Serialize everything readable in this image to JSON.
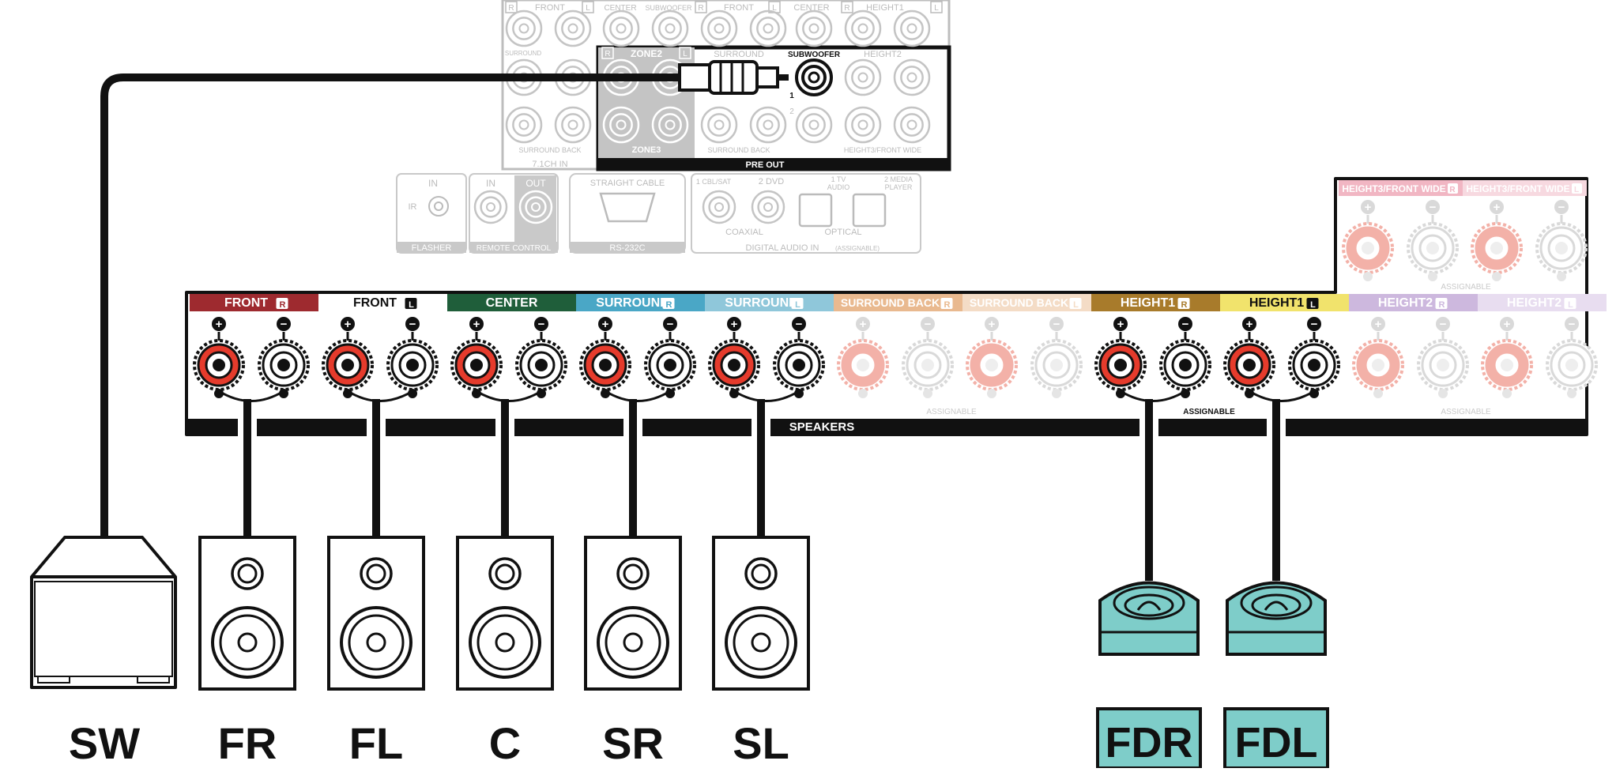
{
  "preout_panel": {
    "front_label": "FRONT",
    "center_label": "CENTER",
    "subwoofer_label": "SUBWOOFER",
    "front2_label": "FRONT",
    "center2_label": "CENTER",
    "height1_label": "HEIGHT1",
    "surround_label": "SURROUND",
    "zone2_label": "ZONE2",
    "surround2_label": "SURROUND",
    "sub_active_label": "SUBWOOFER",
    "sub_active_num": "1",
    "height2_label": "HEIGHT2",
    "sub2_num": "2",
    "surround_back_label": "SURROUND BACK",
    "zone3_label": "ZONE3",
    "surround_back2_label": "SURROUND BACK",
    "height3_label": "HEIGHT3/FRONT WIDE",
    "in71_label": "7.1CH IN",
    "preout_label": "PRE OUT",
    "r": "R",
    "l": "L"
  },
  "io_panel": {
    "ir_in": "IN",
    "ir": "IR",
    "flasher": "FLASHER",
    "rc_in": "IN",
    "rc_out": "OUT",
    "remote_control": "REMOTE CONTROL",
    "straight_cable": "STRAIGHT CABLE",
    "rs232c": "RS-232C",
    "cbl_sat": "1 CBL/SAT",
    "dvd": "2 DVD",
    "tv_audio_1": "1 TV",
    "tv_audio_2": "AUDIO",
    "media_player_1": "2 MEDIA",
    "media_player_2": "PLAYER",
    "coaxial": "COAXIAL",
    "optical": "OPTICAL",
    "digital_audio_in": "DIGITAL AUDIO IN",
    "assignable_small": "(ASSIGNABLE)"
  },
  "speaker_panel": {
    "channels": [
      {
        "label": "FRONT",
        "side": "R"
      },
      {
        "label": "FRONT",
        "side": "L"
      },
      {
        "label": "CENTER",
        "side": ""
      },
      {
        "label": "SURROUND",
        "side": "R"
      },
      {
        "label": "SURROUND",
        "side": "L"
      },
      {
        "label": "SURROUND BACK",
        "side": "R"
      },
      {
        "label": "SURROUND BACK",
        "side": "L"
      },
      {
        "label": "HEIGHT1",
        "side": "R"
      },
      {
        "label": "HEIGHT1",
        "side": "L"
      },
      {
        "label": "HEIGHT2",
        "side": "R"
      },
      {
        "label": "HEIGHT2",
        "side": "L"
      }
    ],
    "upper_channels": [
      {
        "label": "HEIGHT3/FRONT WIDE",
        "side": "R"
      },
      {
        "label": "HEIGHT3/FRONT WIDE",
        "side": "L"
      }
    ],
    "speakers_label": "SPEAKERS",
    "assignable_sb": "ASSIGNABLE",
    "assignable_h1": "ASSIGNABLE",
    "assignable_h2": "ASSIGNABLE",
    "assignable_upper": "ASSIGNABLE",
    "plus": "+",
    "minus": "−"
  },
  "speaker_labels": {
    "sw": "SW",
    "fr": "FR",
    "fl": "FL",
    "c": "C",
    "sr": "SR",
    "sl": "SL",
    "fdr": "FDR",
    "fdl": "FDL"
  },
  "colors": {
    "front_r": "#9e2a2f",
    "front_l": "#ffffff",
    "center": "#1f5e3a",
    "surround_r": "#4aa7c6",
    "surround_l": "#8fc7da",
    "surround_back_r": "#e9b98f",
    "surround_back_l": "#f4dcc6",
    "height1_r": "#a87b2b",
    "height1_l": "#f1e36c",
    "height2_r": "#cdb8de",
    "height2_l": "#e8ddf0",
    "height3_r": "#f1b6c3",
    "height3_l": "#f7d9e0",
    "terminal_red": "#e53b2c",
    "dolby_speaker": "#7ecdc9",
    "gray": "#bdbdbd"
  }
}
